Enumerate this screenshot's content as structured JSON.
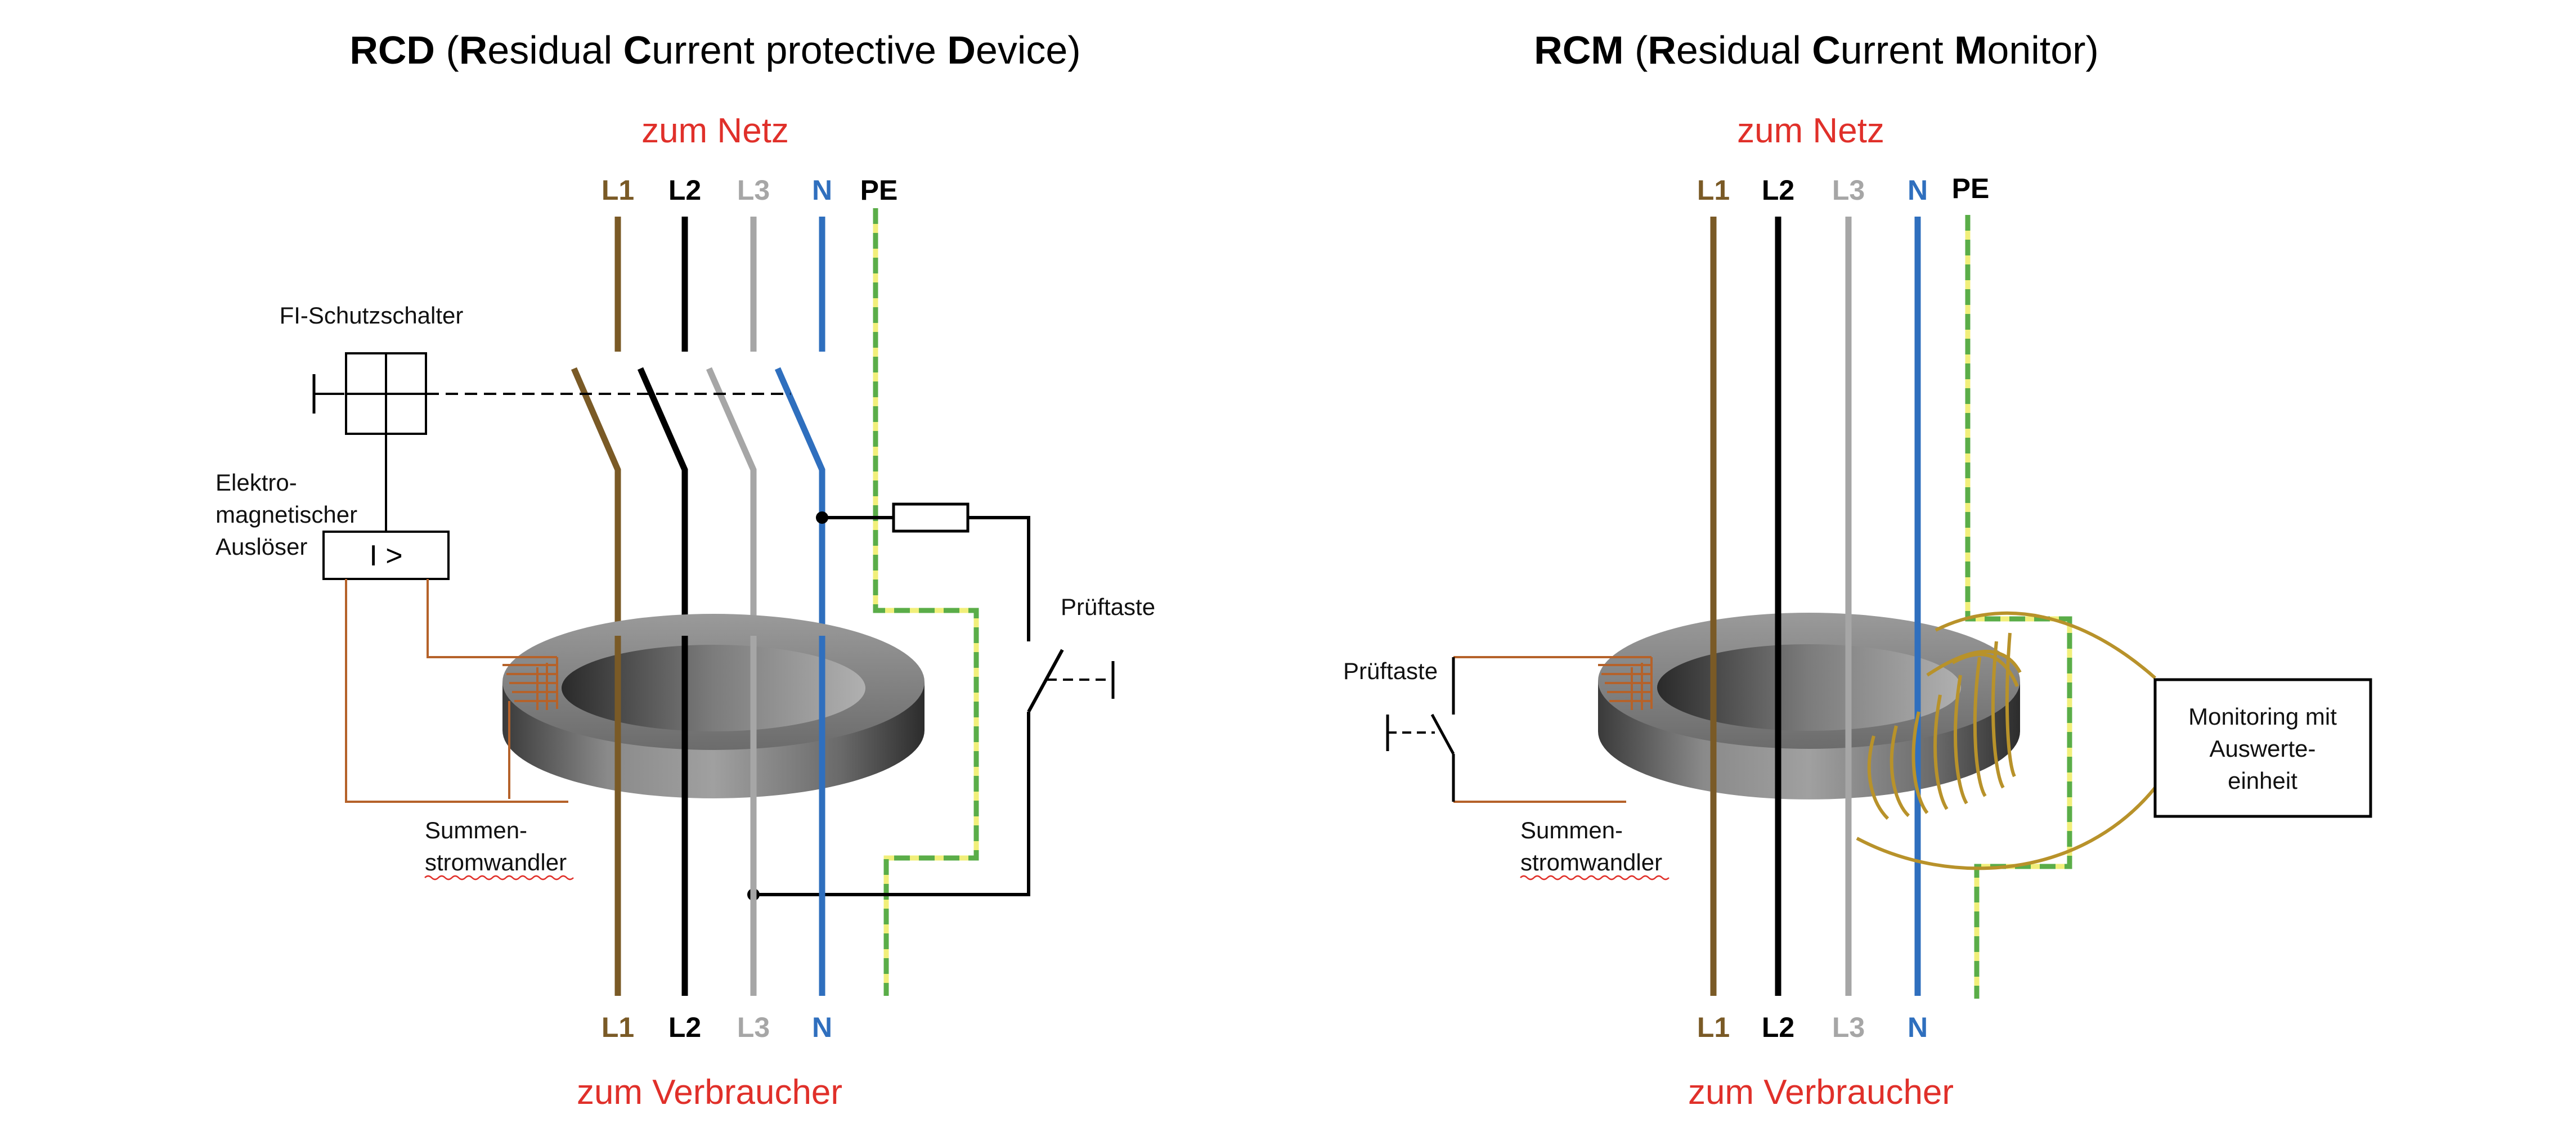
{
  "colors": {
    "L1": "#7a5a26",
    "L2": "#000000",
    "L3": "#a6a6a6",
    "N": "#2f6fbe",
    "PE_green": "#5aad48",
    "PE_yellow": "#f1ef7a",
    "wire_brown": "#b5622a",
    "coil_gold": "#b8922a",
    "net_red": "#e0302a"
  },
  "left": {
    "title_parts": [
      {
        "text": "RCD",
        "bold": true
      },
      {
        "text": " (",
        "bold": false
      },
      {
        "text": "R",
        "bold": true
      },
      {
        "text": "esidual ",
        "bold": false
      },
      {
        "text": "C",
        "bold": true
      },
      {
        "text": "urrent protective ",
        "bold": false
      },
      {
        "text": "D",
        "bold": true
      },
      {
        "text": "evice)",
        "bold": false
      }
    ],
    "top_label": "zum Netz",
    "bottom_label": "zum Verbraucher",
    "top_conductors": [
      "L1",
      "L2",
      "L3",
      "N",
      "PE"
    ],
    "bottom_conductors": [
      "L1",
      "L2",
      "L3",
      "N"
    ],
    "fi_label": "FI-Schutzschalter",
    "trip_label_lines": [
      "Elektro-",
      "magnetischer",
      "Auslöser"
    ],
    "trip_symbol": "I >",
    "test_label": "Prüftaste",
    "transformer_label_lines": [
      "Summen-",
      "stromwandler"
    ]
  },
  "right": {
    "title_parts": [
      {
        "text": "RCM",
        "bold": true
      },
      {
        "text": " (",
        "bold": false
      },
      {
        "text": "R",
        "bold": true
      },
      {
        "text": "esidual ",
        "bold": false
      },
      {
        "text": "C",
        "bold": true
      },
      {
        "text": "urrent ",
        "bold": false
      },
      {
        "text": "M",
        "bold": true
      },
      {
        "text": "onitor)",
        "bold": false
      }
    ],
    "top_label": "zum Netz",
    "bottom_label": "zum Verbraucher",
    "top_conductors": [
      "L1",
      "L2",
      "L3",
      "N",
      "PE"
    ],
    "bottom_conductors": [
      "L1",
      "L2",
      "L3",
      "N"
    ],
    "test_label": "Prüftaste",
    "transformer_label_lines": [
      "Summen-",
      "stromwandler"
    ],
    "monitor_label_lines": [
      "Monitoring mit",
      "Auswerte-",
      "einheit"
    ]
  }
}
